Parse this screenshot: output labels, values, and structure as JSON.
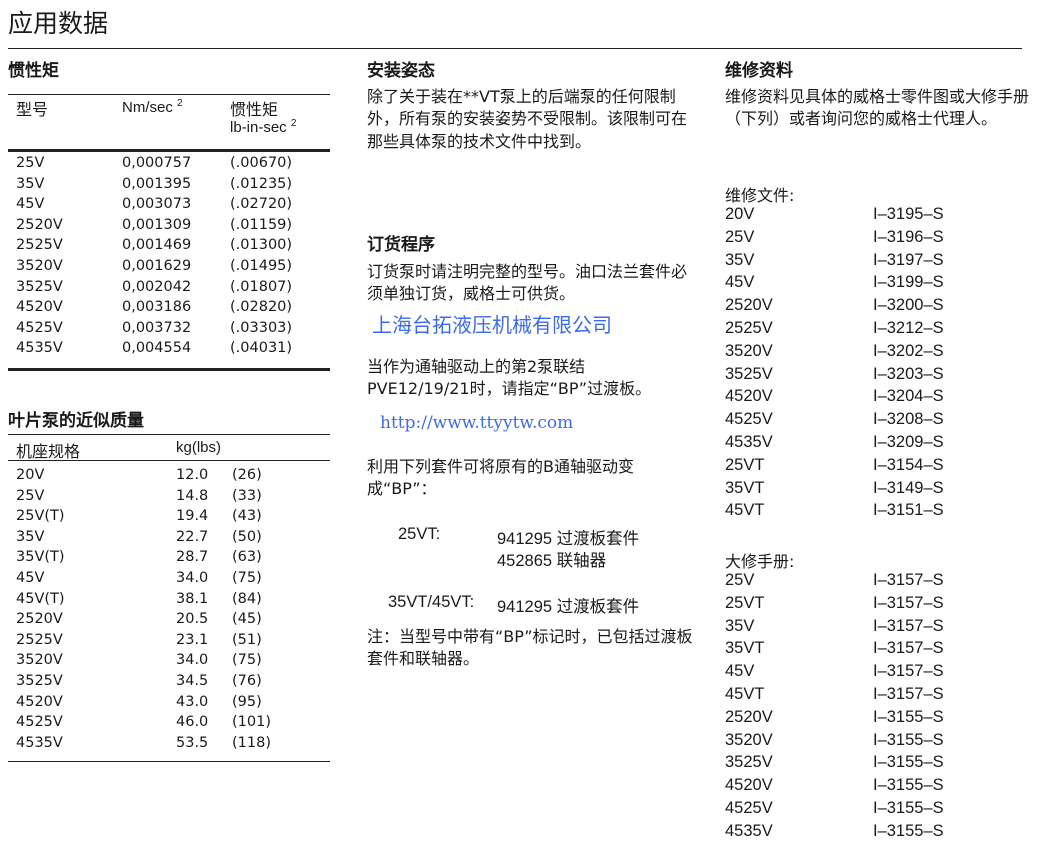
{
  "page_title": "应用数据",
  "inertia": {
    "heading": "惯性矩",
    "headers": [
      "型号",
      "Nm/sec",
      "惯性矩",
      "lb-in-sec"
    ],
    "sup": "2",
    "rows": [
      [
        "25V",
        "0,000757",
        "(.00670)"
      ],
      [
        "35V",
        "0,001395",
        "(.01235)"
      ],
      [
        "45V",
        "0,003073",
        "(.02720)"
      ],
      [
        "2520V",
        "0,001309",
        "(.01159)"
      ],
      [
        "2525V",
        "0,001469",
        "(.01300)"
      ],
      [
        "3520V",
        "0,001629",
        "(.01495)"
      ],
      [
        "3525V",
        "0,002042",
        "(.01807)"
      ],
      [
        "4520V",
        "0,003186",
        "(.02820)"
      ],
      [
        "4525V",
        "0,003732",
        "(.03303)"
      ],
      [
        "4535V",
        "0,004554",
        "(.04031)"
      ]
    ]
  },
  "mass": {
    "heading": "叶片泵的近似质量",
    "headers": [
      "机座规格",
      "kg(lbs)"
    ],
    "rows": [
      [
        "20V",
        "12.0",
        "(26)"
      ],
      [
        "25V",
        "14.8",
        "(33)"
      ],
      [
        "25V(T)",
        "19.4",
        "(43)"
      ],
      [
        "35V",
        "22.7",
        "(50)"
      ],
      [
        "35V(T)",
        "28.7",
        "(63)"
      ],
      [
        "45V",
        "34.0",
        "(75)"
      ],
      [
        "45V(T)",
        "38.1",
        "(84)"
      ],
      [
        "2520V",
        "20.5",
        "(45)"
      ],
      [
        "2525V",
        "23.1",
        "(51)"
      ],
      [
        "3520V",
        "34.0",
        "(75)"
      ],
      [
        "3525V",
        "34.5",
        "(76)"
      ],
      [
        "4520V",
        "43.0",
        "(95)"
      ],
      [
        "4525V",
        "46.0",
        "(101)"
      ],
      [
        "4535V",
        "53.5",
        "(118)"
      ]
    ]
  },
  "mounting": {
    "heading": "安装姿态",
    "text": "除了关于装在**VT泵上的后端泵的任何限制外，所有泵的安装姿势不受限制。该限制可在那些具体泵的技术文件中找到。"
  },
  "ordering": {
    "heading": "订货程序",
    "p1": "订货泵时请注明完整的型号。油口法兰套件必须单独订货，威格士可供货。",
    "p2": "当作为通轴驱动上的第2泵联结PVE12/19/21时，请指定“BP”过渡板。",
    "p3": "利用下列套件可将原有的B通轴驱动变成“BP”：",
    "kits": [
      {
        "model": "25VT:",
        "items": [
          "941295 过渡板套件",
          "452865 联轴器"
        ]
      },
      {
        "model": "35VT/45VT:",
        "items": [
          "941295 过渡板套件"
        ]
      }
    ],
    "note": "注：当型号中带有“BP”标记时，已包括过渡板套件和联轴器。"
  },
  "service": {
    "heading": "维修资料",
    "text": "维修资料见具体的威格士零件图或大修手册（下列）或者询问您的威格士代理人。",
    "files_label": "维修文件:",
    "files": [
      [
        "20V",
        "I–3195–S"
      ],
      [
        "25V",
        "I–3196–S"
      ],
      [
        "35V",
        "I–3197–S"
      ],
      [
        "45V",
        "I–3199–S"
      ],
      [
        "2520V",
        "I–3200–S"
      ],
      [
        "2525V",
        "I–3212–S"
      ],
      [
        "3520V",
        "I–3202–S"
      ],
      [
        "3525V",
        "I–3203–S"
      ],
      [
        "4520V",
        "I–3204–S"
      ],
      [
        "4525V",
        "I–3208–S"
      ],
      [
        "4535V",
        "I–3209–S"
      ],
      [
        "25VT",
        "I–3154–S"
      ],
      [
        "35VT",
        "I–3149–S"
      ],
      [
        "45VT",
        "I–3151–S"
      ]
    ],
    "manuals_label": "大修手册:",
    "manuals": [
      [
        "25V",
        "I–3157–S"
      ],
      [
        "25VT",
        "I–3157–S"
      ],
      [
        "35V",
        "I–3157–S"
      ],
      [
        "35VT",
        "I–3157–S"
      ],
      [
        "45V",
        "I–3157–S"
      ],
      [
        "45VT",
        "I–3157–S"
      ],
      [
        "2520V",
        "I–3155–S"
      ],
      [
        "3520V",
        "I–3155–S"
      ],
      [
        "3525V",
        "I–3155–S"
      ],
      [
        "4520V",
        "I–3155–S"
      ],
      [
        "4525V",
        "I–3155–S"
      ],
      [
        "4535V",
        "I–3155–S"
      ]
    ]
  },
  "watermark": {
    "company": "上海台拓液压机械有限公司",
    "url": "http://www.ttyytw.com"
  }
}
